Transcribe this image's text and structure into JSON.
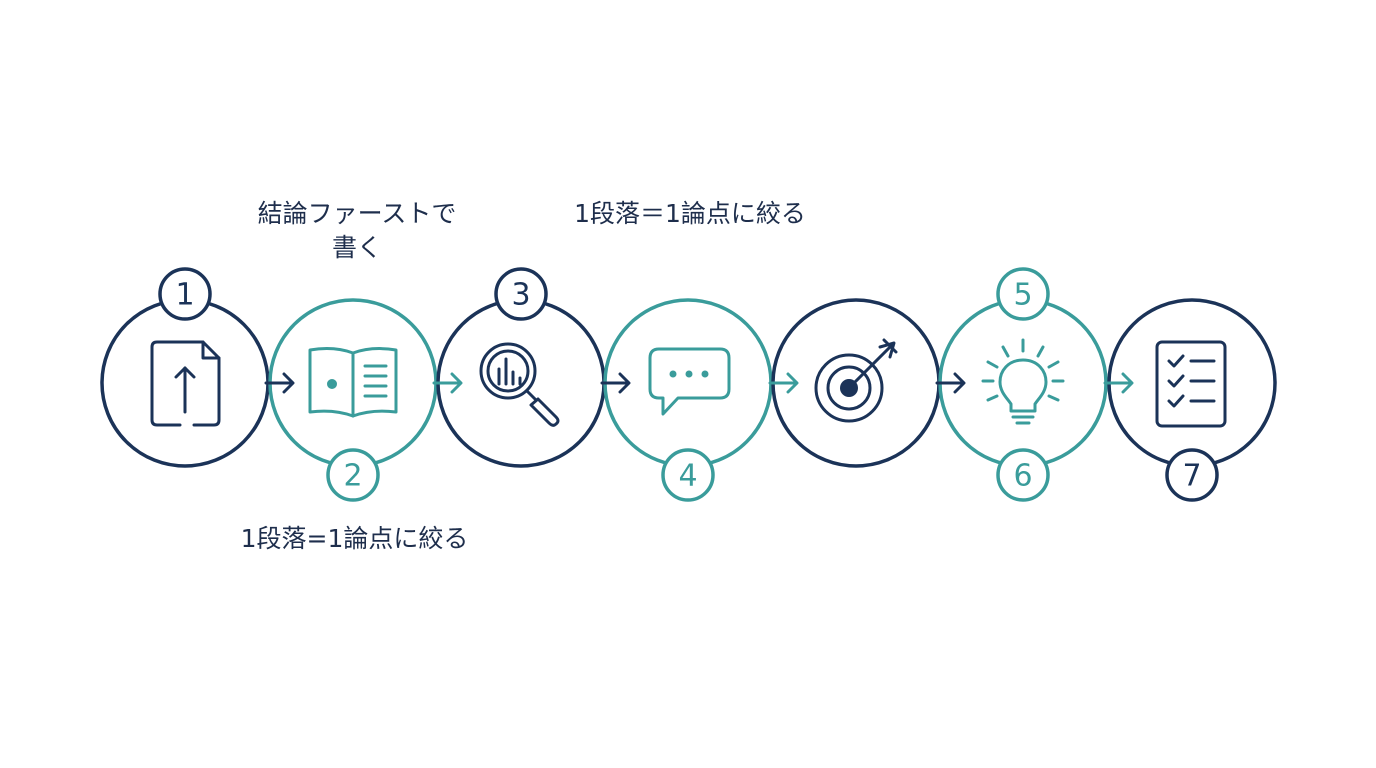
{
  "colors": {
    "navy": "#1b3358",
    "teal": "#3a9c9b",
    "text": "#1e2e4c",
    "background": "#ffffff"
  },
  "captions": {
    "step2_top_line1": "結論ファーストで",
    "step2_top_line2": "書く",
    "step4_top": "1段落＝1論点に絞る",
    "step2_bottom": "1段落=1論点に絞る"
  },
  "steps": [
    {
      "number": "1",
      "icon": "document-upload-icon",
      "color": "navy",
      "badge_position": "top"
    },
    {
      "number": "2",
      "icon": "open-book-icon",
      "color": "teal",
      "badge_position": "bottom"
    },
    {
      "number": "3",
      "icon": "magnifier-chart-icon",
      "color": "navy",
      "badge_position": "top"
    },
    {
      "number": "4",
      "icon": "chat-bubble-icon",
      "color": "teal",
      "badge_position": "bottom"
    },
    {
      "number": "",
      "icon": "target-arrow-icon",
      "color": "navy",
      "badge_position": "none"
    },
    {
      "number": "5",
      "icon": "lightbulb-icon",
      "color": "teal",
      "badge_position": "top"
    },
    {
      "number": "6",
      "icon": "",
      "color": "teal",
      "badge_position": "bottom"
    },
    {
      "number": "7",
      "icon": "checklist-icon",
      "color": "navy",
      "badge_position": "bottom"
    }
  ]
}
